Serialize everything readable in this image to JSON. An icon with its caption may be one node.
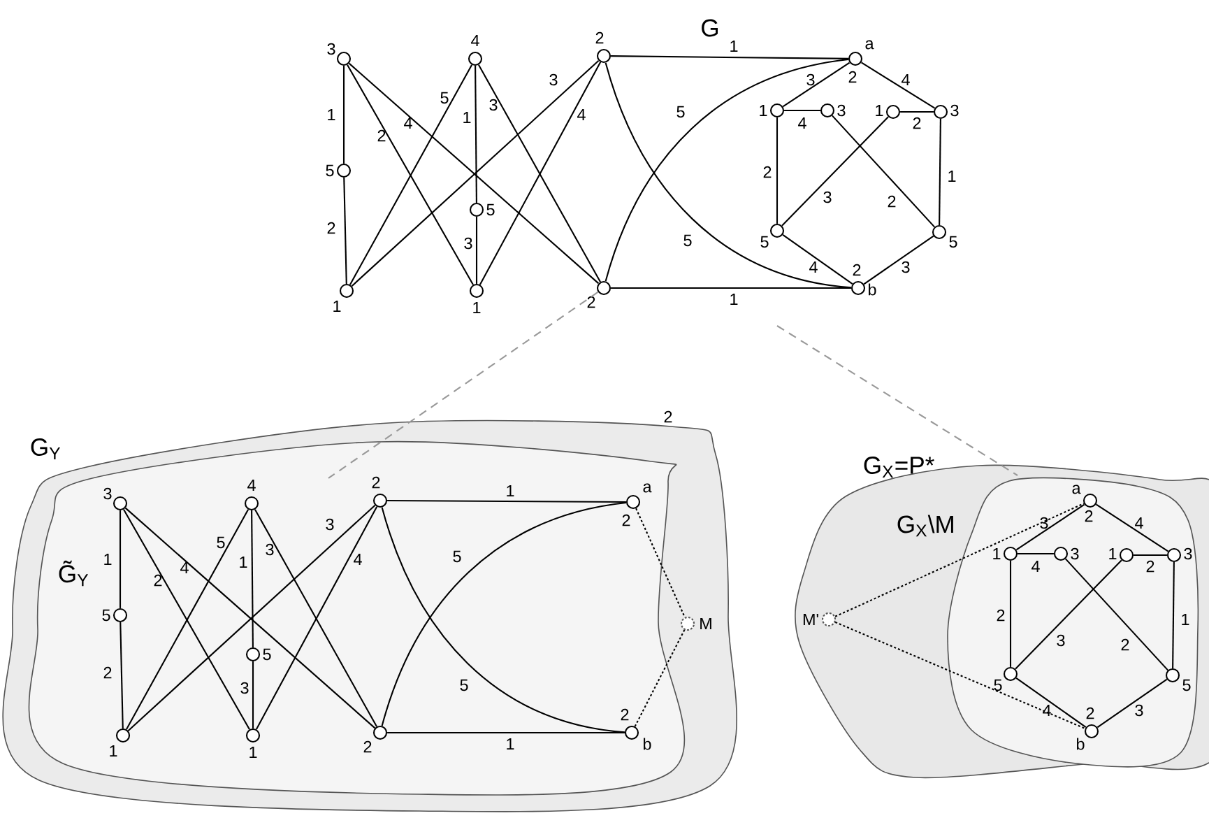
{
  "diagram": {
    "nodes": [
      {
        "text": [],
        "shape": "circle",
        "beside": [
          "3"
        ]
      },
      {
        "text": [],
        "shape": "circle",
        "beside": [
          "5"
        ]
      },
      {
        "text": [],
        "shape": "circle",
        "beside": [
          "1"
        ]
      },
      {
        "text": [],
        "shape": "circle",
        "beside": [
          "4"
        ]
      },
      {
        "text": [],
        "shape": "circle",
        "beside": [
          "5"
        ]
      },
      {
        "text": [],
        "shape": "circle",
        "beside": [
          "1"
        ]
      },
      {
        "text": [],
        "shape": "circle",
        "beside": [
          "2"
        ]
      },
      {
        "text": [],
        "shape": "circle",
        "beside": [
          "2"
        ]
      },
      {
        "text": [],
        "shape": "circle",
        "beside": [
          "a",
          "2"
        ]
      },
      {
        "text": [],
        "shape": "circle",
        "beside": [
          "1"
        ]
      },
      {
        "text": [],
        "shape": "circle",
        "beside": [
          "3"
        ]
      },
      {
        "text": [],
        "shape": "circle",
        "beside": [
          "1"
        ]
      },
      {
        "text": [],
        "shape": "circle",
        "beside": [
          "3"
        ]
      },
      {
        "text": [],
        "shape": "circle",
        "beside": [
          "5"
        ]
      },
      {
        "text": [],
        "shape": "circle",
        "beside": [
          "5"
        ]
      },
      {
        "text": [],
        "shape": "circle",
        "beside": [
          "2",
          "b"
        ]
      },
      {
        "text": [
          "G$_{Y}$"
        ]
      },
      {
        "text": [
          "G̃$_{Y}$"
        ],
        "in": 16
      },
      {
        "text": [],
        "shape": "circle",
        "beside": [
          "3"
        ],
        "in": 17
      },
      {
        "text": [],
        "shape": "circle",
        "beside": [
          "5"
        ],
        "in": 17
      },
      {
        "text": [],
        "shape": "circle",
        "beside": [
          "1"
        ],
        "in": 17
      },
      {
        "text": [],
        "shape": "circle",
        "beside": [
          "4"
        ],
        "in": 17
      },
      {
        "text": [],
        "shape": "circle",
        "beside": [
          "5"
        ],
        "in": 17
      },
      {
        "text": [],
        "shape": "circle",
        "beside": [
          "1"
        ],
        "in": 17
      },
      {
        "text": [],
        "shape": "circle",
        "beside": [
          "2"
        ],
        "in": 17
      },
      {
        "text": [],
        "shape": "circle",
        "beside": [
          "2"
        ],
        "in": 17
      },
      {
        "text": [],
        "shape": "circle",
        "beside": [
          "a",
          "2"
        ],
        "in": 17
      },
      {
        "text": [],
        "shape": "circle",
        "beside": [
          "2",
          "b"
        ],
        "in": 17
      },
      {
        "text": [],
        "shape": "circle",
        "beside": [
          "M"
        ],
        "in": 16
      },
      {
        "text": [
          "G$_{X}$=P*"
        ]
      },
      {
        "text": [
          "G$_{X}$\\M"
        ],
        "in": 29
      },
      {
        "text": [],
        "shape": "circle",
        "beside": [
          "a",
          "2"
        ],
        "in": 30
      },
      {
        "text": [],
        "shape": "circle",
        "beside": [
          "1"
        ],
        "in": 30
      },
      {
        "text": [],
        "shape": "circle",
        "beside": [
          "3"
        ],
        "in": 30
      },
      {
        "text": [],
        "shape": "circle",
        "beside": [
          "1"
        ],
        "in": 30
      },
      {
        "text": [],
        "shape": "circle",
        "beside": [
          "3"
        ],
        "in": 30
      },
      {
        "text": [],
        "shape": "circle",
        "beside": [
          "5"
        ],
        "in": 30
      },
      {
        "text": [],
        "shape": "circle",
        "beside": [
          "5"
        ],
        "in": 30
      },
      {
        "text": [],
        "shape": "circle",
        "beside": [
          "2",
          "b"
        ],
        "in": 30
      },
      {
        "text": [],
        "shape": "circle",
        "beside": [
          "M'"
        ],
        "in": 29
      }
    ],
    "edges": [
      {
        "from": 0,
        "to": 1,
        "arrow": "none",
        "label": "1"
      },
      {
        "from": 1,
        "to": 2,
        "arrow": "none",
        "label": "2"
      },
      {
        "from": 0,
        "to": 5,
        "arrow": "none",
        "label": "2"
      },
      {
        "from": 0,
        "to": 7,
        "arrow": "none",
        "label": "4"
      },
      {
        "from": 3,
        "to": 2,
        "arrow": "none",
        "label": "5"
      },
      {
        "from": 3,
        "to": 4,
        "arrow": "none",
        "label": "1"
      },
      {
        "from": 4,
        "to": 5,
        "arrow": "none",
        "label": "3"
      },
      {
        "from": 3,
        "to": 7,
        "arrow": "none",
        "label": "3"
      },
      {
        "from": 6,
        "to": 2,
        "arrow": "none",
        "label": "3"
      },
      {
        "from": 6,
        "to": 5,
        "arrow": "none",
        "label": "4"
      },
      {
        "from": 6,
        "to": 8,
        "arrow": "none",
        "label": "1"
      },
      {
        "from": 6,
        "to": 15,
        "arrow": "none",
        "label": "5"
      },
      {
        "from": 7,
        "to": 8,
        "arrow": "none",
        "label": "5"
      },
      {
        "from": 7,
        "to": 15,
        "arrow": "none",
        "label": "1"
      },
      {
        "from": 8,
        "to": 9,
        "arrow": "none",
        "label": "3"
      },
      {
        "from": 8,
        "to": 12,
        "arrow": "none",
        "label": "4"
      },
      {
        "from": 9,
        "to": 10,
        "arrow": "none",
        "label": "4"
      },
      {
        "from": 11,
        "to": 12,
        "arrow": "none",
        "label": "2"
      },
      {
        "from": 9,
        "to": 13,
        "arrow": "none",
        "label": "2"
      },
      {
        "from": 10,
        "to": 14,
        "arrow": "none",
        "label": "2"
      },
      {
        "from": 11,
        "to": 13,
        "arrow": "none",
        "label": "3"
      },
      {
        "from": 12,
        "to": 14,
        "arrow": "none",
        "label": "1"
      },
      {
        "from": 13,
        "to": 15,
        "arrow": "none",
        "label": "4"
      },
      {
        "from": 14,
        "to": 15,
        "arrow": "none",
        "label": "3"
      },
      {
        "from": 18,
        "to": 19,
        "arrow": "none",
        "label": "1"
      },
      {
        "from": 19,
        "to": 20,
        "arrow": "none",
        "label": "2"
      },
      {
        "from": 18,
        "to": 23,
        "arrow": "none",
        "label": "2"
      },
      {
        "from": 18,
        "to": 25,
        "arrow": "none",
        "label": "4"
      },
      {
        "from": 21,
        "to": 20,
        "arrow": "none",
        "label": "5"
      },
      {
        "from": 21,
        "to": 22,
        "arrow": "none",
        "label": "1"
      },
      {
        "from": 22,
        "to": 23,
        "arrow": "none",
        "label": "3"
      },
      {
        "from": 21,
        "to": 25,
        "arrow": "none",
        "label": "3"
      },
      {
        "from": 24,
        "to": 20,
        "arrow": "none",
        "label": "3"
      },
      {
        "from": 24,
        "to": 23,
        "arrow": "none",
        "label": "4"
      },
      {
        "from": 24,
        "to": 26,
        "arrow": "none",
        "label": "1"
      },
      {
        "from": 24,
        "to": 27,
        "arrow": "none",
        "label": "5"
      },
      {
        "from": 25,
        "to": 26,
        "arrow": "none",
        "label": "5"
      },
      {
        "from": 25,
        "to": 27,
        "arrow": "none",
        "label": "1"
      },
      {
        "from": 26,
        "to": 28,
        "arrow": "none",
        "style": "dashed"
      },
      {
        "from": 27,
        "to": 28,
        "arrow": "none",
        "style": "dashed"
      },
      {
        "from": 31,
        "to": 32,
        "arrow": "none",
        "label": "3"
      },
      {
        "from": 31,
        "to": 35,
        "arrow": "none",
        "label": "4"
      },
      {
        "from": 32,
        "to": 33,
        "arrow": "none",
        "label": "4"
      },
      {
        "from": 34,
        "to": 35,
        "arrow": "none",
        "label": "2"
      },
      {
        "from": 32,
        "to": 36,
        "arrow": "none",
        "label": "2"
      },
      {
        "from": 33,
        "to": 37,
        "arrow": "none",
        "label": "2"
      },
      {
        "from": 34,
        "to": 36,
        "arrow": "none",
        "label": "3"
      },
      {
        "from": 35,
        "to": 37,
        "arrow": "none",
        "label": "1"
      },
      {
        "from": 36,
        "to": 38,
        "arrow": "none",
        "label": "4"
      },
      {
        "from": 37,
        "to": 38,
        "arrow": "none",
        "label": "3"
      },
      {
        "from": 39,
        "to": 31,
        "arrow": "none",
        "style": "dashed"
      },
      {
        "from": 39,
        "to": 38,
        "arrow": "none",
        "style": "dashed"
      },
      {
        "from": 7,
        "to": 17,
        "arrow": "none",
        "style": "dashed",
        "color": "#999999"
      },
      {
        "from": null,
        "to": 29,
        "arrow": "none",
        "style": "dashed",
        "color": "#999999"
      }
    ],
    "labels": [
      "G",
      "2"
    ]
  }
}
